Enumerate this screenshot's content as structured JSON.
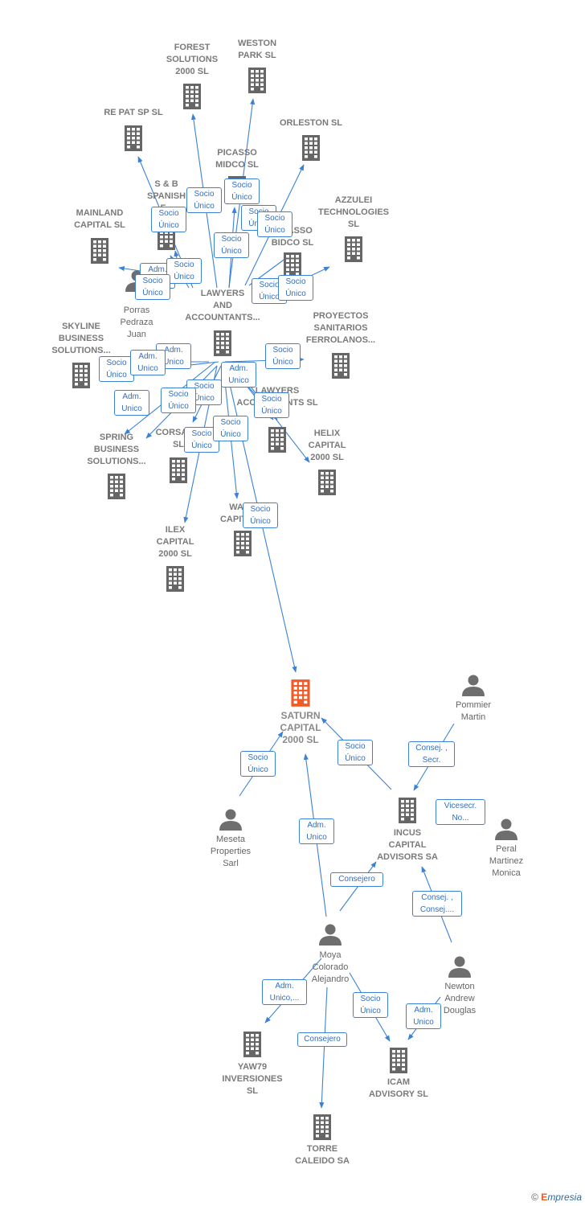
{
  "colors": {
    "edge": "#3b82d6",
    "company_icon": "#666666",
    "main_icon": "#f05a24",
    "person_icon": "#6e6e6e"
  },
  "nodes": [
    {
      "id": "forest",
      "type": "company",
      "label": "FOREST\nSOLUTIONS\n2000  SL"
    },
    {
      "id": "weston",
      "type": "company",
      "label": "WESTON\nPARK  SL"
    },
    {
      "id": "repat",
      "type": "company",
      "label": "RE PAT SP  SL"
    },
    {
      "id": "orleston",
      "type": "company",
      "label": "ORLESTON  SL"
    },
    {
      "id": "picasso_midco",
      "type": "company",
      "label": "PICASSO\nMIDCO  SL"
    },
    {
      "id": "sb_spanish",
      "type": "company",
      "label": "S & B\nSPANISH\nF..."
    },
    {
      "id": "azzulei",
      "type": "company",
      "label": "AZZULEI\nTECHNOLOGIES\nSL"
    },
    {
      "id": "mainland",
      "type": "company",
      "label": "MAINLAND\nCAPITAL  SL"
    },
    {
      "id": "picasso_bidco",
      "type": "company",
      "label": "PICASSO\nBIDCO  SL"
    },
    {
      "id": "porras",
      "type": "person",
      "label": "Porras\nPedraza\nJuan"
    },
    {
      "id": "lawyers",
      "type": "company",
      "label": "LAWYERS\nAND\nACCOUNTANTS..."
    },
    {
      "id": "proyectos",
      "type": "company",
      "label": "PROYECTOS\nSANITARIOS\nFERROLANOS..."
    },
    {
      "id": "skyline",
      "type": "company",
      "label": "SKYLINE\nBUSINESS\nSOLUTIONS..."
    },
    {
      "id": "lawyers2",
      "type": "company",
      "label": "LAWYERS\nACCOUNTANTS SL"
    },
    {
      "id": "spring",
      "type": "company",
      "label": "SPRING\nBUSINESS\nSOLUTIONS..."
    },
    {
      "id": "corsan",
      "type": "company",
      "label": "CORSAN...\nSL"
    },
    {
      "id": "helix",
      "type": "company",
      "label": "HELIX\nCAPITAL\n2000  SL"
    },
    {
      "id": "walx",
      "type": "company",
      "label": "WAL...\nCAPITAL..."
    },
    {
      "id": "ilex",
      "type": "company",
      "label": "ILEX\nCAPITAL\n2000  SL"
    },
    {
      "id": "saturn",
      "type": "main",
      "label": "SATURN\nCAPITAL\n2000  SL"
    },
    {
      "id": "pommier",
      "type": "person",
      "label": "Pommier\nMartin"
    },
    {
      "id": "meseta",
      "type": "person",
      "label": "Meseta\nProperties\nSarl"
    },
    {
      "id": "incus",
      "type": "company",
      "label": "INCUS\nCAPITAL\nADVISORS SA"
    },
    {
      "id": "peral",
      "type": "person",
      "label": "Peral\nMartinez\nMonica"
    },
    {
      "id": "moya",
      "type": "person",
      "label": "Moya\nColorado\nAlejandro"
    },
    {
      "id": "newton",
      "type": "person",
      "label": "Newton\nAndrew\nDouglas"
    },
    {
      "id": "yaw79",
      "type": "company",
      "label": "YAW79\nINVERSIONES\nSL"
    },
    {
      "id": "icam",
      "type": "company",
      "label": "ICAM\nADVISORY  SL"
    },
    {
      "id": "torre",
      "type": "company",
      "label": "TORRE\nCALEIDO SA"
    }
  ],
  "relations": [
    {
      "id": "r1",
      "label": "Socio\nÚnico"
    },
    {
      "id": "r2",
      "label": "Socio\nÚnico"
    },
    {
      "id": "r3",
      "label": "Socio\nÚnico"
    },
    {
      "id": "r4",
      "label": "Socio\nÚnico"
    },
    {
      "id": "r5",
      "label": "Socio\nÚnico"
    },
    {
      "id": "r6",
      "label": "Socio\nÚnico"
    },
    {
      "id": "r7",
      "label": "Adm.\nUnico"
    },
    {
      "id": "r8",
      "label": "Socio\nÚnico"
    },
    {
      "id": "r9",
      "label": "Socio\nÚnico"
    },
    {
      "id": "r10",
      "label": "Socio\nÚnico"
    },
    {
      "id": "r11",
      "label": "Socio\nÚnico"
    },
    {
      "id": "r12",
      "label": "Socio\nÚnico"
    },
    {
      "id": "r13",
      "label": "Adm.\nUnico"
    },
    {
      "id": "r14",
      "label": "Socio\nÚnico"
    },
    {
      "id": "r15",
      "label": "Adm.\nUnico"
    },
    {
      "id": "r16",
      "label": "Adm.\nUnico"
    },
    {
      "id": "r17",
      "label": "Socio\nÚnico"
    },
    {
      "id": "r18",
      "label": "Adm.\nUnico"
    },
    {
      "id": "r19",
      "label": "Socio\nÚnico"
    },
    {
      "id": "r20",
      "label": "Socio\nÚnico"
    },
    {
      "id": "r21",
      "label": "Socio\nÚnico"
    },
    {
      "id": "r22",
      "label": "Socio\nÚnico"
    },
    {
      "id": "r23",
      "label": "Socio\nÚnico"
    },
    {
      "id": "r24",
      "label": "Socio\nÚnico"
    },
    {
      "id": "r25",
      "label": "Socio\nÚnico"
    },
    {
      "id": "r26",
      "label": "Consej. ,\nSecr."
    },
    {
      "id": "r27",
      "label": "Vicesecr.\nNo..."
    },
    {
      "id": "r28",
      "label": "Adm.\nUnico"
    },
    {
      "id": "r29",
      "label": "Consejero"
    },
    {
      "id": "r30",
      "label": "Consej. ,\nConsej...."
    },
    {
      "id": "r31",
      "label": "Adm.\nUnico,..."
    },
    {
      "id": "r32",
      "label": "Socio\nÚnico"
    },
    {
      "id": "r33",
      "label": "Adm.\nUnico"
    },
    {
      "id": "r34",
      "label": "Consejero"
    }
  ],
  "footer": {
    "copyright": "©",
    "brand_initial": "E",
    "brand_rest": "mpresia"
  }
}
